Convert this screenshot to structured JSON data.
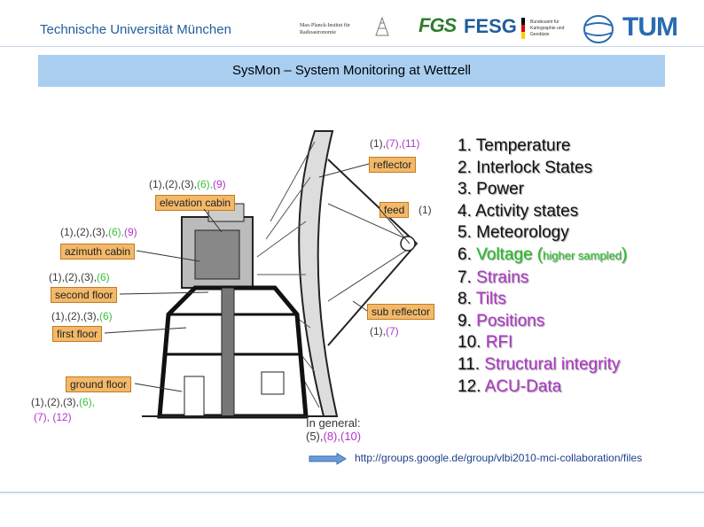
{
  "header": {
    "university": "Technische Universität München",
    "mpi_logo_text": "Max-Planck-Institut für Radioastronomie",
    "fgs_logo": "FGS",
    "fesg_logo": "FESG",
    "bkg_logo_text": "Bundesamt für Kartographie und Geodäsie",
    "tum_logo": "TUM"
  },
  "slide": {
    "title": "SysMon – System Monitoring at Wettzell"
  },
  "diagram": {
    "labels": {
      "reflector": "reflector",
      "elevation_cabin": "elevation cabin",
      "feed": "feed",
      "azimuth_cabin": "azimuth cabin",
      "second_floor": "second floor",
      "sub_reflector": "sub reflector",
      "first_floor": "first floor",
      "ground_floor": "ground floor"
    },
    "refs": {
      "reflector_a": "(1),",
      "reflector_b": "(7),(11)",
      "elev_a": "(1),(2),(3),",
      "elev_b": "(6),",
      "elev_c": "(9)",
      "feed": "(1)",
      "az_a": "(1),(2),(3),",
      "az_b": "(6),",
      "az_c": "(9)",
      "second_a": "(1),(2),(3),",
      "second_b": "(6)",
      "first_a": "(1),(2),(3),",
      "first_b": "(6)",
      "sub_a": "(1),",
      "sub_b": "(7)",
      "ground_a": "(1),(2),(3),",
      "ground_b": "(6),",
      "ground_c": "(7), (12)"
    },
    "in_general_label": "In general:",
    "in_general_a": "(5),",
    "in_general_b": "(8),(10)"
  },
  "list": [
    {
      "num": "1.",
      "text": "Temperature",
      "color": "dark"
    },
    {
      "num": "2.",
      "text": "Interlock States",
      "color": "dark"
    },
    {
      "num": "3.",
      "text": "Power",
      "color": "dark"
    },
    {
      "num": "4.",
      "text": "Activity states",
      "color": "dark"
    },
    {
      "num": "5.",
      "text": "Meteorology",
      "color": "dark"
    },
    {
      "num": "6.",
      "text": "Voltage (",
      "small": "higher sampled",
      "close": ")",
      "color": "green"
    },
    {
      "num": "7.",
      "text": "Strains",
      "color": "pink"
    },
    {
      "num": "8.",
      "text": "Tilts",
      "color": "pink"
    },
    {
      "num": "9.",
      "text": "Positions",
      "color": "pink"
    },
    {
      "num": "10.",
      "text": "RFI",
      "color": "pink"
    },
    {
      "num": "11.",
      "text": "Structural integrity",
      "color": "pink"
    },
    {
      "num": "12.",
      "text": "ACU-Data",
      "color": "pink"
    }
  ],
  "footer": {
    "url": "http://groups.google.de/group/vlbi2010-mci-collaboration/files"
  }
}
